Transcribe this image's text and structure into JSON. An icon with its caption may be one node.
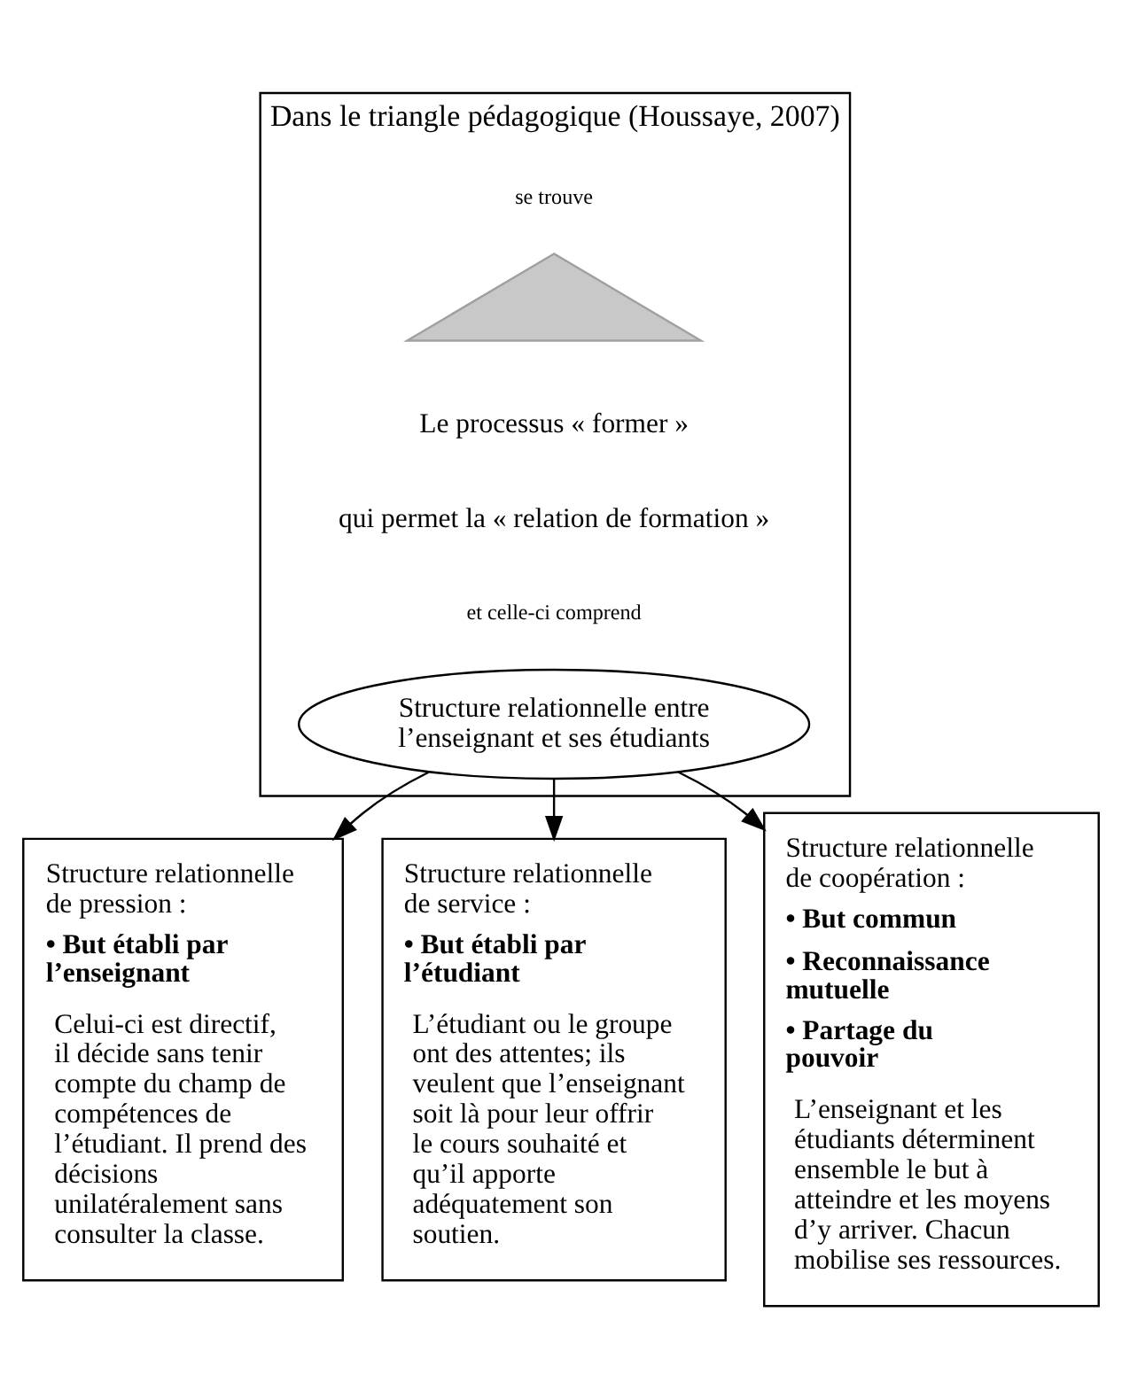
{
  "diagram": {
    "nodes": [
      {
        "text": [
          "Dans le triangle pédagogique (Houssaye, 2007)"
        ]
      },
      {
        "text": [],
        "shape": "triangle",
        "in": 0
      },
      {
        "text": [
          "Structure relationnelle entre l’enseignant et ses étudiants"
        ],
        "in": 0
      },
      {
        "text": [
          "Structure relationnelle de pression :",
          "• But établi par l’enseignant",
          "Celui-ci est directif, il décide sans tenir compte du champ de compétences de l’étudiant. Il prend des décisions unilatéralement sans consulter la classe."
        ]
      },
      {
        "text": [
          "Structure relationnelle de service :",
          "• But établi par l’étudiant",
          "L’étudiant ou le groupe ont des attentes; ils veulent que l’enseignant soit là pour leur offrir le cours souhaité et qu’il apporte adéquatement son soutien."
        ]
      },
      {
        "text": [
          "Structure relationnelle de coopération :",
          "• But commun",
          "• Reconnaissance mutuelle",
          "• Partage du pouvoir",
          "L’enseignant et les étudiants déterminent ensemble le but à atteindre et les moyens d’y arriver. Chacun mobilise ses ressources."
        ]
      }
    ],
    "edges": [
      {
        "from": 2,
        "to": 3,
        "arrow": "to"
      },
      {
        "from": 2,
        "to": 4,
        "arrow": "to"
      },
      {
        "from": 2,
        "to": 5,
        "arrow": "to"
      }
    ],
    "labels": [
      "se trouve",
      "Le processus « former »",
      "qui permet la « relation de formation »",
      "et celle-ci comprend"
    ]
  }
}
